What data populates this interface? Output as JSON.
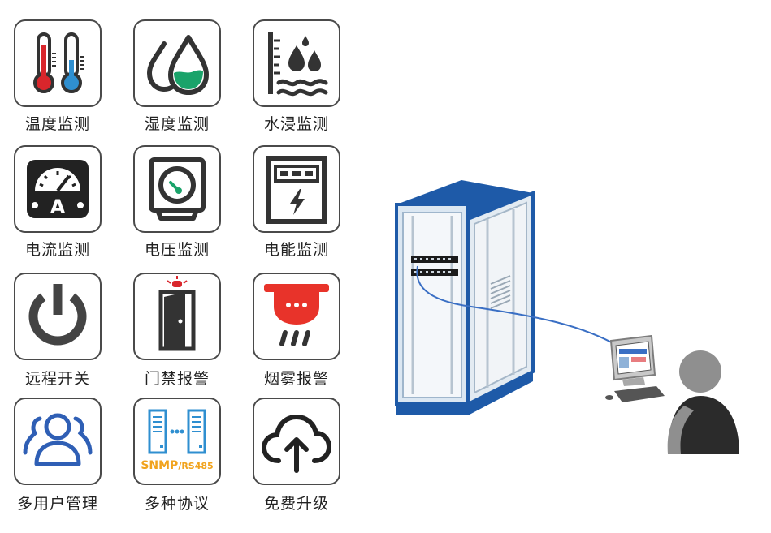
{
  "features": [
    {
      "label": "温度监测",
      "icon": "thermometer-icon"
    },
    {
      "label": "湿度监测",
      "icon": "water-drops-icon"
    },
    {
      "label": "水浸监测",
      "icon": "water-leak-icon"
    },
    {
      "label": "电流监测",
      "icon": "ammeter-icon"
    },
    {
      "label": "电压监测",
      "icon": "voltmeter-icon"
    },
    {
      "label": "电能监测",
      "icon": "energy-meter-icon"
    },
    {
      "label": "远程开关",
      "icon": "power-icon"
    },
    {
      "label": "门禁报警",
      "icon": "door-alarm-icon"
    },
    {
      "label": "烟雾报警",
      "icon": "smoke-detector-icon"
    },
    {
      "label": "多用户管理",
      "icon": "users-icon"
    },
    {
      "label": "多种协议",
      "icon": "servers-icon"
    },
    {
      "label": "免费升级",
      "icon": "cloud-upload-icon"
    }
  ],
  "protocol_badge": {
    "snmp": "SNMP",
    "rs485": "/RS485"
  },
  "colors": {
    "icon_dark": "#333333",
    "thermo_red": "#d9262c",
    "thermo_blue": "#2f8fd0",
    "humidity_green": "#1aa36a",
    "smoke_red": "#e8332a",
    "users_blue": "#2f5fb5",
    "servers_blue": "#2f8fd0",
    "protocol_orange": "#f1a31d",
    "rack_blue": "#1e5aa8",
    "cable_blue": "#3a6fc4",
    "person_gray": "#8f8f8f"
  }
}
